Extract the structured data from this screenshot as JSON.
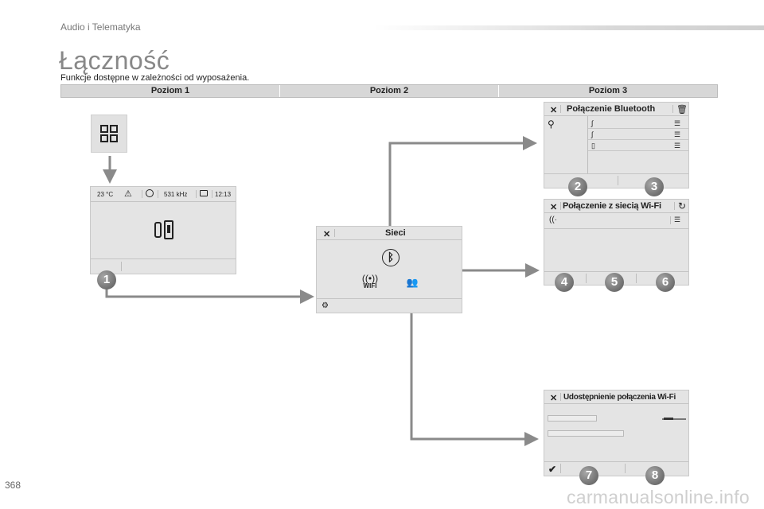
{
  "header": {
    "section": "Audio i Telematyka"
  },
  "page": {
    "title": "Łączność",
    "subtitle": "Funkcje dostępne w zależności od wyposażenia.",
    "page_number": "368",
    "footer_url": "carmanualsonline.info"
  },
  "levels": [
    "Poziom 1",
    "Poziom 2",
    "Poziom 3"
  ],
  "home_screen": {
    "temperature": "23 °C",
    "frequency": "531 kHz",
    "time": "12:13",
    "icons": [
      "apps-grid-icon",
      "warning-icon",
      "radio-icon",
      "phone-car-icon",
      "connectivity-icon"
    ]
  },
  "network_screen": {
    "title": "Sieci",
    "wifi_label": "WIFI"
  },
  "bluetooth_screen": {
    "title": "Połączenie Bluetooth"
  },
  "wifi_screen": {
    "title": "Połączenie z siecią Wi-Fi"
  },
  "hotspot_screen": {
    "title": "Udostępnienie połączenia Wi-Fi"
  },
  "callouts": [
    "1",
    "2",
    "3",
    "4",
    "5",
    "6",
    "7",
    "8"
  ]
}
